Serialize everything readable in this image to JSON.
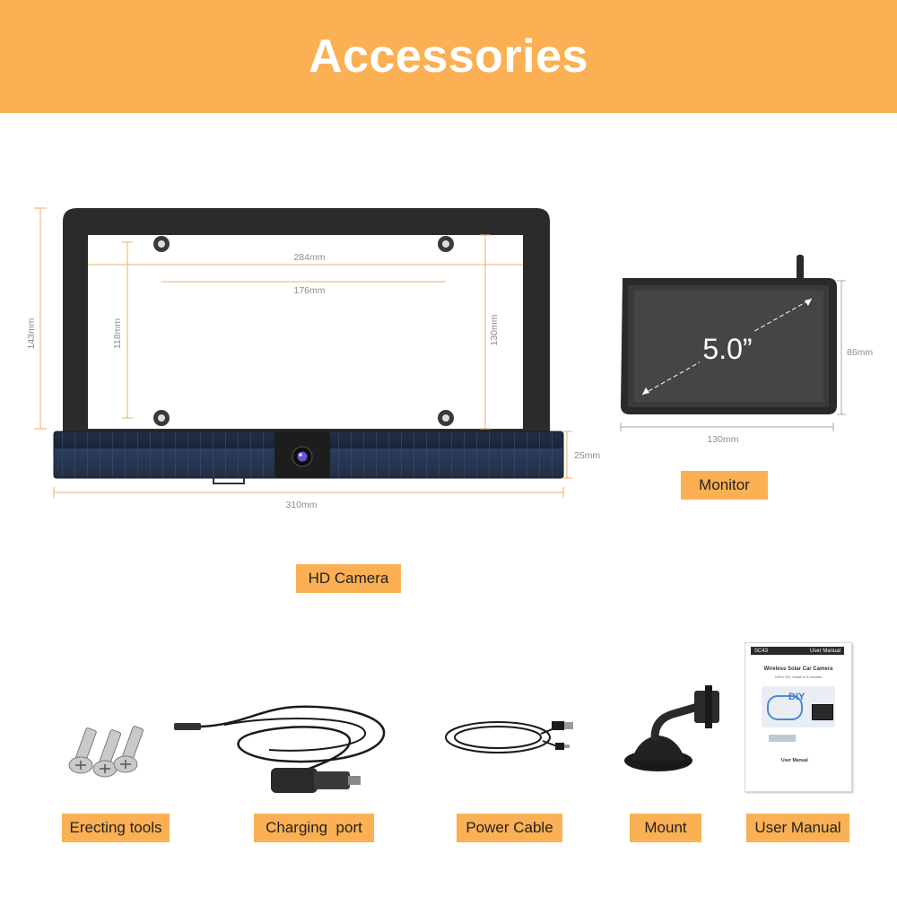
{
  "banner": {
    "title": "Accessories"
  },
  "camera": {
    "label": "HD Camera",
    "dims": {
      "outer_width": "284mm",
      "hole_spacing": "176mm",
      "total_height": "143mm",
      "inner_height_left": "118mm",
      "inner_height_right": "130mm",
      "bar_height": "25mm",
      "total_width": "310mm"
    }
  },
  "monitor": {
    "label": "Monitor",
    "screen_size": "5.0”",
    "dims": {
      "height": "86mm",
      "width": "130mm"
    }
  },
  "accessories": [
    {
      "label": "Erecting tools"
    },
    {
      "label": "Charging  port"
    },
    {
      "label": "Power Cable"
    },
    {
      "label": "Mount"
    },
    {
      "label": "User Manual"
    }
  ],
  "manual": {
    "model": "SC43",
    "header": "User Manual",
    "title": "Wireless Solar Car Camera",
    "subtitle": "100% DIY, install in 3 minutes",
    "brand": "DIY",
    "footer": "User Manual"
  },
  "colors": {
    "accent": "#fbb053",
    "dimension_line": "#e9b26a",
    "solar": "#23324c"
  }
}
